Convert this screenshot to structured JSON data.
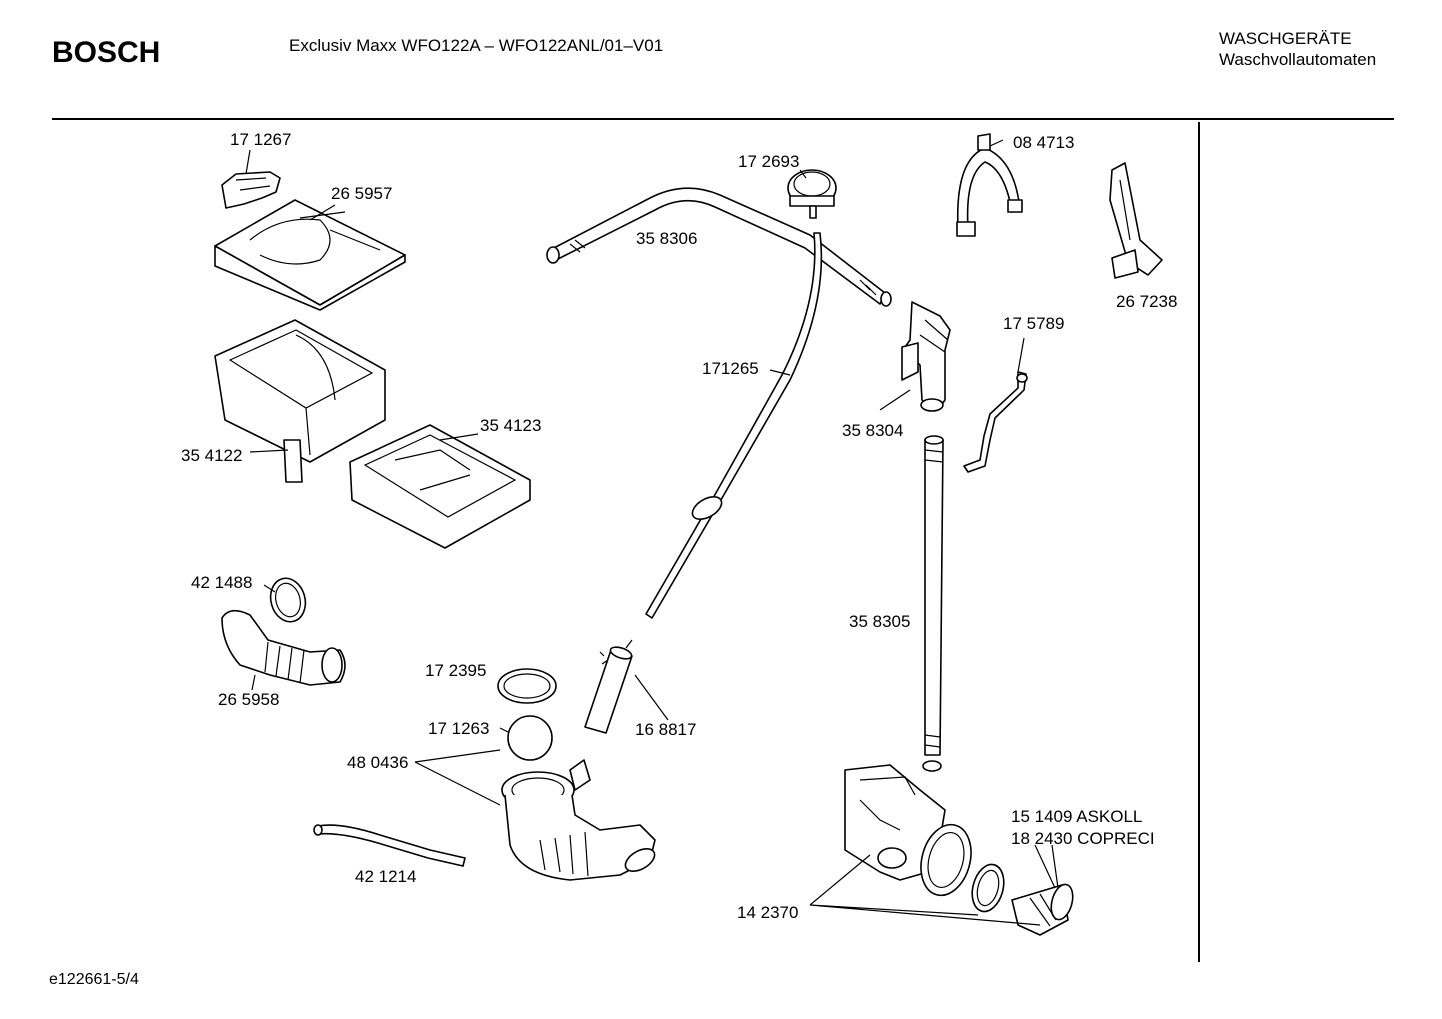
{
  "header": {
    "brand": "BOSCH",
    "model": "Exclusiv Maxx WFO122A – WFO122ANL/01–V01",
    "category_line1": "WASCHGERÄTE",
    "category_line2": "Waschvollautomaten"
  },
  "footer": {
    "ref": "e122661-5/4"
  },
  "labels": {
    "p171267": "17 1267",
    "p265957": "26 5957",
    "p354122": "35 4122",
    "p354123": "35 4123",
    "p421488": "42 1488",
    "p265958": "26 5958",
    "p172395": "17 2395",
    "p171263": "17 1263",
    "p480436": "48 0436",
    "p421214": "42 1214",
    "p172693": "17 2693",
    "p358306": "35 8306",
    "p171265": "171265",
    "p168817": "16 8817",
    "p084713": "08 4713",
    "p267238": "26 7238",
    "p175789": "17 5789",
    "p358304": "35 8304",
    "p358305": "35 8305",
    "p151409": "15 1409  ASKOLL",
    "p182430": "18 2430  COPRECI",
    "p142370": "14 2370"
  }
}
